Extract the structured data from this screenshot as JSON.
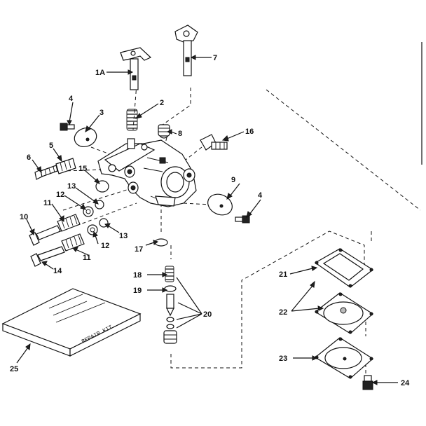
{
  "labels": {
    "p1a": "1A",
    "p2": "2",
    "p3": "3",
    "p4a": "4",
    "p4b": "4",
    "p5": "5",
    "p6": "6",
    "p7": "7",
    "p8": "8",
    "p9": "9",
    "p10": "10",
    "p11a": "11",
    "p11b": "11",
    "p12a": "12",
    "p12b": "12",
    "p13a": "13",
    "p13b": "13",
    "p14": "14",
    "p15": "15",
    "p16": "16",
    "p17": "17",
    "p18": "18",
    "p19": "19",
    "p20": "20",
    "p21": "21",
    "p22": "22",
    "p23": "23",
    "p24": "24",
    "p25": "25"
  },
  "kit_text": "REPAIR KIT"
}
